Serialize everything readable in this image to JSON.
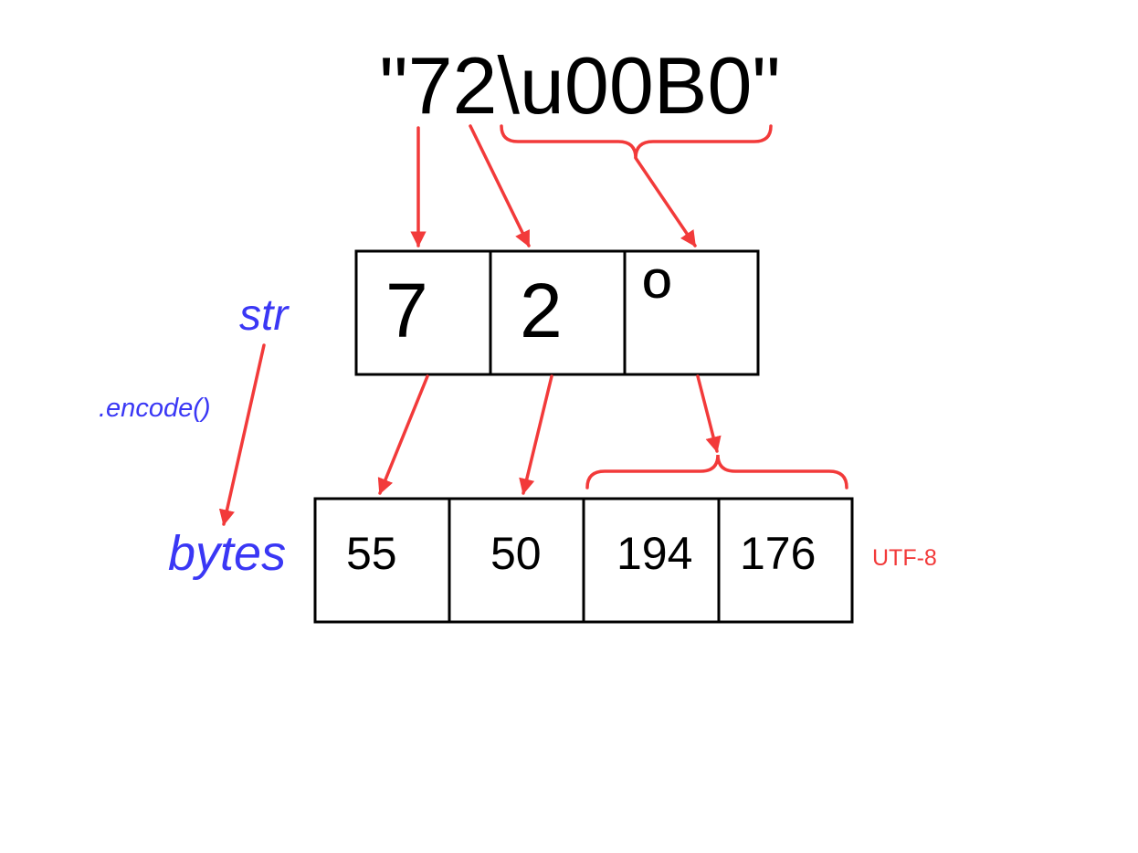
{
  "literal": "\"72\\u00B0\"",
  "labels": {
    "str": "str",
    "encode": ".encode()",
    "bytes": "bytes",
    "encoding": "UTF-8"
  },
  "str_chars": [
    "7",
    "2",
    "º"
  ],
  "byte_values": [
    "55",
    "50",
    "194",
    "176"
  ],
  "colors": {
    "arrow": "#f23a3a",
    "label": "#3a37f5",
    "box": "#000000",
    "text": "#000000"
  }
}
